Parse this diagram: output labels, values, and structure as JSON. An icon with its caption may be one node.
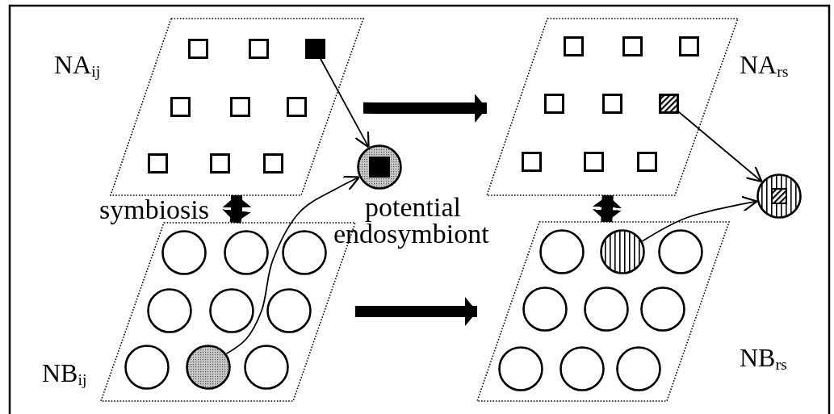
{
  "diagram": {
    "nodes": [
      {
        "text": [
          "NA$_{ij}$"
        ]
      },
      {
        "text": [],
        "shape": "box",
        "in": 0
      },
      {
        "text": [],
        "shape": "box",
        "in": 0
      },
      {
        "text": [],
        "shape": "box",
        "in": 0
      },
      {
        "text": [],
        "shape": "box",
        "in": 0
      },
      {
        "text": [],
        "shape": "box",
        "in": 0
      },
      {
        "text": [],
        "shape": "box",
        "in": 0
      },
      {
        "text": [],
        "shape": "box",
        "in": 0
      },
      {
        "text": [],
        "shape": "box",
        "in": 0
      },
      {
        "text": [],
        "shape": "box",
        "in": 0
      },
      {
        "text": [
          "NB$_{ij}$"
        ]
      },
      {
        "text": [],
        "shape": "circle",
        "in": 10
      },
      {
        "text": [],
        "shape": "circle",
        "in": 10
      },
      {
        "text": [],
        "shape": "circle",
        "in": 10
      },
      {
        "text": [],
        "shape": "circle",
        "in": 10
      },
      {
        "text": [],
        "shape": "circle",
        "in": 10
      },
      {
        "text": [],
        "shape": "circle",
        "in": 10
      },
      {
        "text": [],
        "shape": "circle",
        "in": 10
      },
      {
        "text": [],
        "shape": "circle",
        "in": 10
      },
      {
        "text": [],
        "shape": "circle",
        "in": 10
      },
      {
        "text": [],
        "shape": "circle",
        "beside": [
          "potential endosymbiont"
        ]
      },
      {
        "text": [
          "NA$_{rs}$"
        ]
      },
      {
        "text": [],
        "shape": "box",
        "in": 21
      },
      {
        "text": [],
        "shape": "box",
        "in": 21
      },
      {
        "text": [],
        "shape": "box",
        "in": 21
      },
      {
        "text": [],
        "shape": "box",
        "in": 21
      },
      {
        "text": [],
        "shape": "box",
        "in": 21
      },
      {
        "text": [],
        "shape": "box",
        "in": 21
      },
      {
        "text": [],
        "shape": "box",
        "in": 21
      },
      {
        "text": [],
        "shape": "box",
        "in": 21
      },
      {
        "text": [],
        "shape": "box",
        "in": 21
      },
      {
        "text": [
          "NB$_{rs}$"
        ]
      },
      {
        "text": [],
        "shape": "circle",
        "in": 31
      },
      {
        "text": [],
        "shape": "circle",
        "in": 31
      },
      {
        "text": [],
        "shape": "circle",
        "in": 31
      },
      {
        "text": [],
        "shape": "circle",
        "in": 31
      },
      {
        "text": [],
        "shape": "circle",
        "in": 31
      },
      {
        "text": [],
        "shape": "circle",
        "in": 31
      },
      {
        "text": [],
        "shape": "circle",
        "in": 31
      },
      {
        "text": [],
        "shape": "circle",
        "in": 31
      },
      {
        "text": [],
        "shape": "circle",
        "in": 31
      },
      {
        "text": [],
        "shape": "circle"
      }
    ],
    "edges": [
      {
        "from": 3,
        "to": 20,
        "arrow": "to"
      },
      {
        "from": 18,
        "to": 20,
        "arrow": "to"
      },
      {
        "from": 27,
        "to": 41,
        "arrow": "to"
      },
      {
        "from": 33,
        "to": 41,
        "arrow": "to"
      },
      {
        "from": 0,
        "to": 10,
        "arrow": "both",
        "label": "symbiosis",
        "style": "thick"
      },
      {
        "from": 21,
        "to": 31,
        "arrow": "both",
        "style": "thick"
      },
      {
        "from": 0,
        "to": 21,
        "arrow": "to",
        "style": "thick"
      },
      {
        "from": 10,
        "to": 31,
        "arrow": "to",
        "style": "thick"
      }
    ]
  }
}
